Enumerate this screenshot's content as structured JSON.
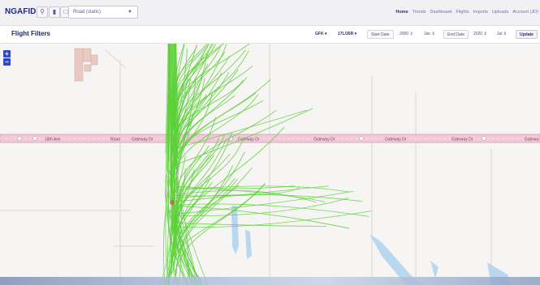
{
  "navbar": {
    "brand": "NGAFID",
    "map_layer": "Road (static)",
    "links": [
      {
        "label": "Home",
        "active": true
      },
      {
        "label": "Trends",
        "active": false
      },
      {
        "label": "Dashboard",
        "active": false
      },
      {
        "label": "Flights",
        "active": false
      },
      {
        "label": "Imports",
        "active": false
      },
      {
        "label": "Uploads",
        "active": false
      },
      {
        "label": "Account (JD)",
        "active": false
      }
    ]
  },
  "filters": {
    "title": "Flight Filters",
    "airport": "GFK",
    "runway": "17L/35R",
    "start_label": "Start Date",
    "start_year": "2000",
    "start_month": "Jan",
    "end_label": "End Date",
    "end_year": "2020",
    "end_month": "Jul",
    "update_label": "Update"
  },
  "map": {
    "zoom_in": "+",
    "zoom_out": "−",
    "road_labels": {
      "ave": "18th Ave",
      "road": "Road",
      "gw1": "Gateway Dr",
      "gw2": "Gateway Dr",
      "gw3": "Gateway Dr",
      "gw4": "Gateway Dr",
      "gw5": "Gateway Dr",
      "gw6": "Gatewa"
    },
    "colors": {
      "flight_path": "#5cd03a",
      "road_fill": "#f2c9d8",
      "road_edge": "#d79ab2",
      "building": "#e8c9c3",
      "water": "#b9d7ee"
    }
  }
}
